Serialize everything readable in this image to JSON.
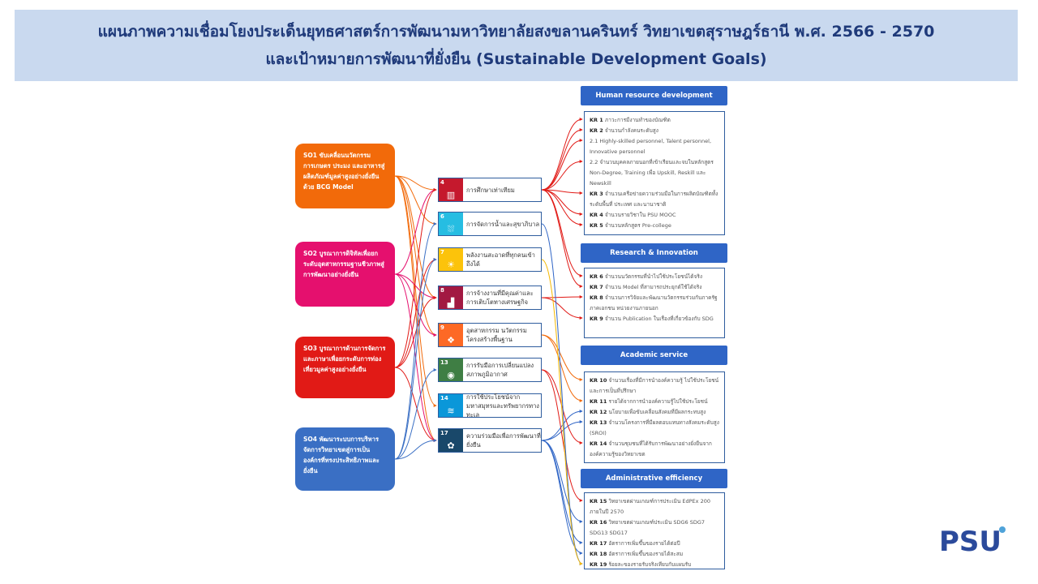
{
  "title": {
    "line1": "แผนภาพความเชื่อมโยงประเด็นยุทธศาสตร์การพัฒนามหาวิทยาลัยสงขลานครินทร์ วิทยาเขตสุราษฎร์ธานี พ.ศ. 2566 - 2570",
    "line2": "และเป้าหมายการพัฒนาที่ยั่งยืน (Sustainable  Development  Goals)"
  },
  "strategic_objectives": [
    {
      "label": "SO1 ขับเคลื่อนนวัตกรรมการเกษตร ประมง และอาหารสู่ผลิตภัณฑ์มูลค่าสูงอย่างยั่งยืนด้วย BCG Model",
      "color": "#f26a0a"
    },
    {
      "label": "SO2 บูรณาการดิจิทัลเพื่อยกระดับอุตสาหกรรมฐานชีวภาพสู่การพัฒนาอย่างยั่งยืน",
      "color": "#e5106e"
    },
    {
      "label": "SO3 บูรณาการด้านการจัดการและภาษาเพื่อยกระดับการท่องเที่ยวมูลค่าสูงอย่างยั่งยืน",
      "color": "#e11a16"
    },
    {
      "label": "SO4 พัฒนาระบบการบริหารจัดการวิทยาเขตสู่การเป็นองค์กรที่ทรงประสิทธิภาพและยั่งยืน",
      "color": "#3a6fc4"
    }
  ],
  "sdgs": [
    {
      "num": "4",
      "label": "การศึกษาเท่าเทียม",
      "color": "#c5192d",
      "icon": "book-icon",
      "glyph": "▥"
    },
    {
      "num": "6",
      "label": "การจัดการน้ำและสุขาภิบาล",
      "color": "#26bde2",
      "icon": "water-icon",
      "glyph": "⛆"
    },
    {
      "num": "7",
      "label": "พลังงานสะอาดที่ทุกคนเข้าถึงได้",
      "color": "#fcc30b",
      "icon": "sun-icon",
      "glyph": "☀"
    },
    {
      "num": "8",
      "label": "การจ้างงานที่มีคุณค่าและการเติบโตทางเศรษฐกิจ",
      "color": "#a21942",
      "icon": "growth-chart-icon",
      "glyph": "▟"
    },
    {
      "num": "9",
      "label": "อุตสาหกรรม นวัตกรรมโครงสร้างพื้นฐาน",
      "color": "#fd6925",
      "icon": "cubes-icon",
      "glyph": "❖"
    },
    {
      "num": "13",
      "label": "การรับมือการเปลี่ยนแปลงสภาพภูมิอากาศ",
      "color": "#3f7e44",
      "icon": "eye-globe-icon",
      "glyph": "◉"
    },
    {
      "num": "14",
      "label": "การใช้ประโยชน์จากมหาสมุทรและทรัพยากรทางทะเล",
      "color": "#0a97d9",
      "icon": "fish-icon",
      "glyph": "≋"
    },
    {
      "num": "17",
      "label": "ความร่วมมือเพื่อการพัฒนาที่ยั่งยืน",
      "color": "#19486a",
      "icon": "partnership-flower-icon",
      "glyph": "✿"
    }
  ],
  "categories": [
    {
      "name": "Human resource development",
      "items": [
        {
          "id": "KR 1",
          "text": "ภาวะการมีงานทำของบัณฑิต"
        },
        {
          "id": "KR 2",
          "text": "จำนวนกำลังคนระดับสูง"
        },
        {
          "id": "",
          "text": "2.1 Highly-skilled personnel, Talent personnel, Innovative personnel"
        },
        {
          "id": "",
          "text": "2.2 จำนวนบุคคลภายนอกที่เข้าเรียนและจบในหลักสูตร Non-Degree, Training เพื่อ Upskill, Reskill และ Newskill"
        },
        {
          "id": "KR 3",
          "text": "จำนวนเครือข่ายความร่วมมือในการผลิตบัณฑิตทั้งระดับพื้นที่ ประเทศ และนานาชาติ"
        },
        {
          "id": "KR 4",
          "text": "จำนวนรายวิชาใน PSU MOOC"
        },
        {
          "id": "KR 5",
          "text": "จำนวนหลักสูตร Pre-college"
        }
      ]
    },
    {
      "name": "Research & Innovation",
      "items": [
        {
          "id": "KR 6",
          "text": "จำนวนนวัตกรรมที่นำไปใช้ประโยชน์ได้จริง"
        },
        {
          "id": "KR 7",
          "text": "จำนวน Model ที่สามารถประยุกต์ใช้ได้จริง"
        },
        {
          "id": "KR 8",
          "text": "จำนวนการวิจัยและพัฒนานวัตกรรมร่วมกับภาครัฐ ภาคเอกชน หน่วยงานภายนอก"
        },
        {
          "id": "KR 9",
          "text": "จำนวน Publication ในเรื่องที่เกี่ยวข้องกับ SDG"
        }
      ]
    },
    {
      "name": "Academic service",
      "items": [
        {
          "id": "KR 10",
          "text": "จำนวนเรื่องที่มีการนำองค์ความรู้ ไปใช้ประโยชน์และการเป็นที่ปรึกษา"
        },
        {
          "id": "KR 11",
          "text": "รายได้จากการนำองค์ความรู้ไปใช้ประโยชน์"
        },
        {
          "id": "KR 12",
          "text": "นโยบายเพื่อขับเคลื่อนสังคมที่มีผลกระทบสูง"
        },
        {
          "id": "KR 13",
          "text": "จำนวนโครงการที่มีผลตอบแทนทางสังคมระดับสูง (SROI)"
        },
        {
          "id": "KR 14",
          "text": "จำนวนชุมชนที่ได้รับการพัฒนาอย่างยั่งยืนจากองค์ความรู้ของวิทยาเขต"
        }
      ]
    },
    {
      "name": "Administrative efficiency",
      "items": [
        {
          "id": "KR 15",
          "text": "วิทยาเขตผ่านเกณฑ์การประเมิน EdPEx 200 ภายในปี 2570"
        },
        {
          "id": "KR 16",
          "text": "วิทยาเขตผ่านเกณฑ์ประเมิน SDG6 SDG7 SDG13 SDG17"
        },
        {
          "id": "KR 17",
          "text": "อัตราการเพิ่มขึ้นของรายได้ต่อปี"
        },
        {
          "id": "KR 18",
          "text": "อัตราการเพิ่มขึ้นของรายได้สะสม"
        },
        {
          "id": "KR 19",
          "text": "ร้อยละของรายรับจริงเทียบกับแผนรับ"
        }
      ]
    }
  ],
  "links_so_to_sdg": [
    [
      0,
      0
    ],
    [
      0,
      1
    ],
    [
      0,
      3
    ],
    [
      0,
      4
    ],
    [
      0,
      6
    ],
    [
      0,
      7
    ],
    [
      1,
      0
    ],
    [
      1,
      3
    ],
    [
      1,
      4
    ],
    [
      1,
      7
    ],
    [
      2,
      0
    ],
    [
      2,
      2
    ],
    [
      2,
      3
    ],
    [
      2,
      7
    ],
    [
      3,
      1
    ],
    [
      3,
      2
    ],
    [
      3,
      5
    ],
    [
      3,
      7
    ]
  ],
  "links_sdg_to_kr": [
    [
      0,
      0
    ],
    [
      0,
      1
    ],
    [
      0,
      2
    ],
    [
      0,
      3
    ],
    [
      0,
      4
    ],
    [
      0,
      5
    ],
    [
      0,
      6
    ],
    [
      0,
      7
    ],
    [
      0,
      8
    ],
    [
      3,
      9
    ],
    [
      3,
      10
    ],
    [
      4,
      11
    ],
    [
      4,
      12
    ],
    [
      7,
      13
    ],
    [
      7,
      14
    ],
    [
      5,
      15
    ],
    [
      5,
      16
    ],
    [
      7,
      17
    ],
    [
      7,
      18
    ],
    [
      7,
      19
    ],
    [
      1,
      20
    ],
    [
      2,
      20
    ],
    [
      5,
      21
    ],
    [
      7,
      22
    ],
    [
      7,
      23
    ],
    [
      7,
      24
    ]
  ],
  "logo_text": "PSU",
  "colors": {
    "banner_bg": "#c9d9ef",
    "title_text": "#1f3a7a",
    "category_bg": "#2f65c6",
    "box_border": "#2f5d9e",
    "logo": "#2b4a9b",
    "logo_dot": "#4fa3d9"
  }
}
